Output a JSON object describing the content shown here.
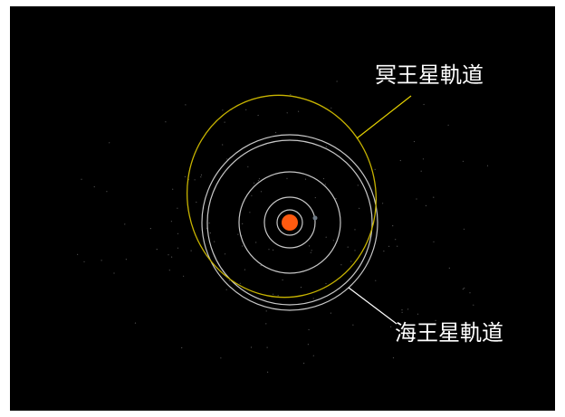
{
  "labels": {
    "pluto_orbit": "冥王星軌道",
    "neptune_orbit": "海王星軌道"
  },
  "colors": {
    "background": "#000000",
    "page": "#ffffff",
    "orbit_planets": "#c8c8c8",
    "orbit_pluto": "#c8b400",
    "sun": "#ff5a10",
    "label_text": "#ffffff",
    "arrow_pluto": "#e6d200",
    "arrow_neptune": "#ffffff"
  },
  "objects": {
    "sun": "sun",
    "planet_orbits": [
      "inner-orbit-1",
      "inner-orbit-2",
      "inner-orbit-3",
      "uranus-orbit",
      "neptune-orbit"
    ],
    "pluto_orbit": "pluto-orbit"
  }
}
